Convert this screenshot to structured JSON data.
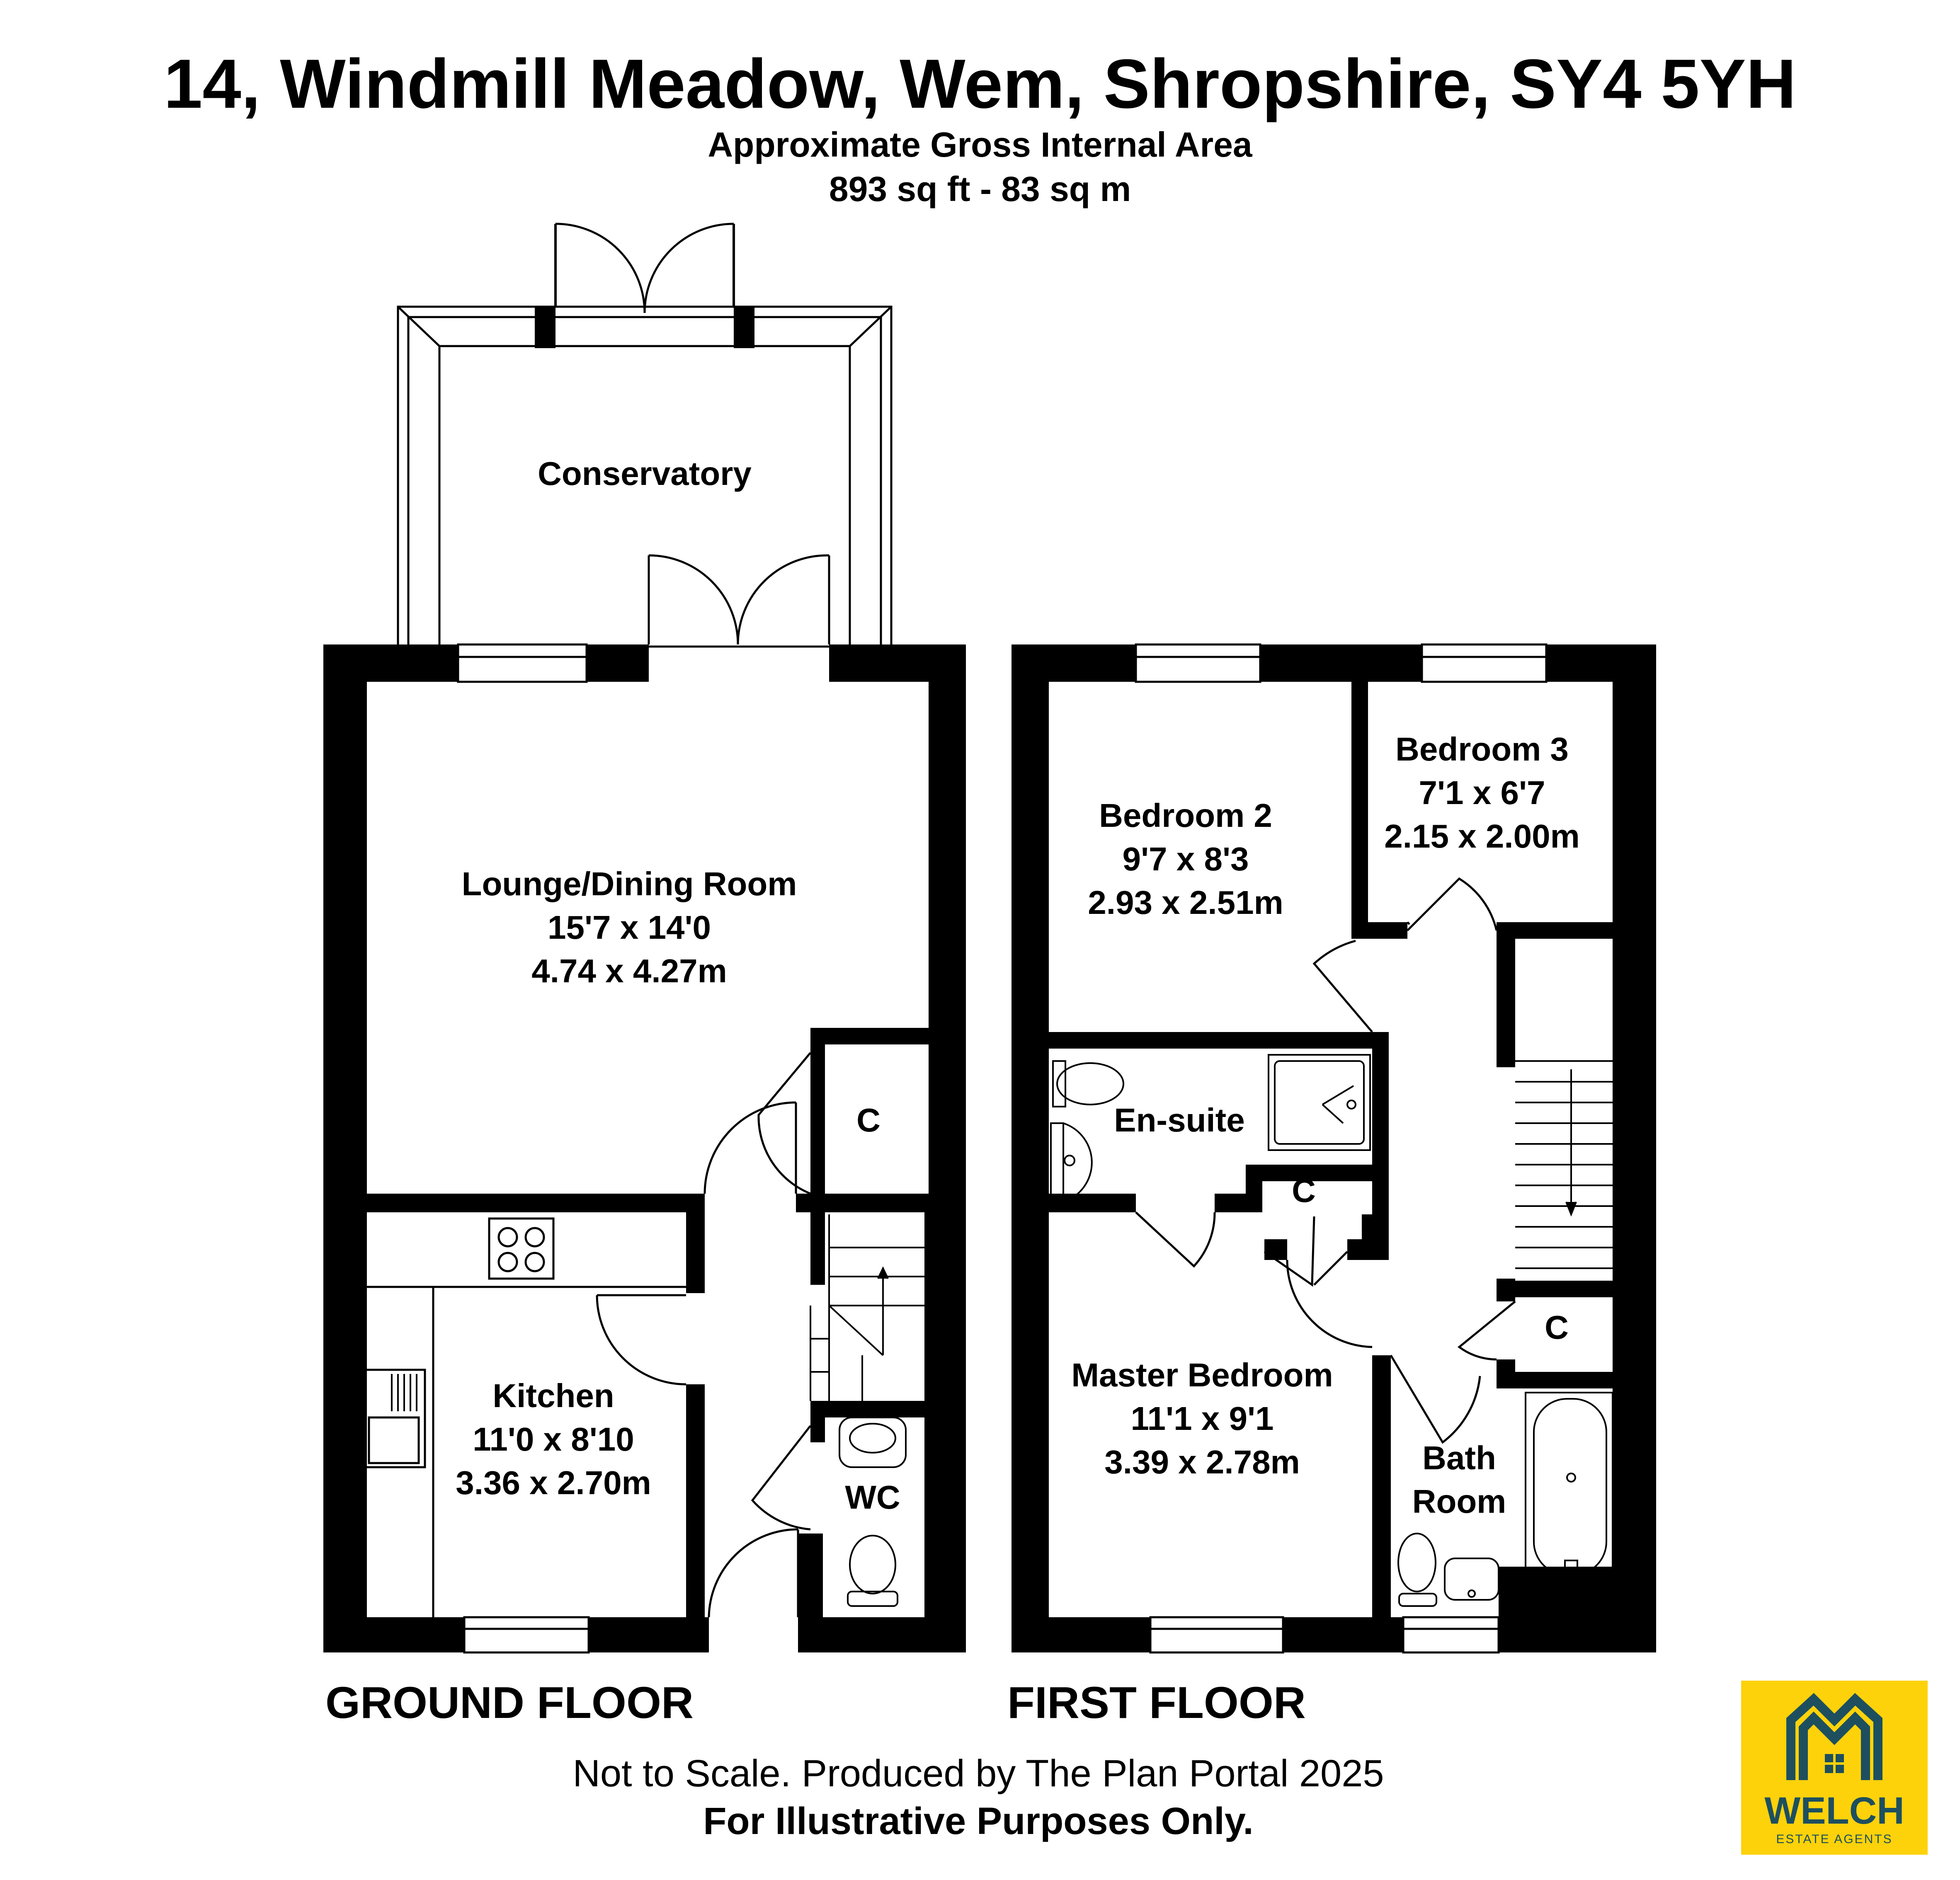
{
  "header": {
    "title": "14, Windmill Meadow, Wem, Shropshire, SY4 5YH",
    "area_label": "Approximate Gross Internal Area",
    "area_value": "893 sq ft - 83 sq m"
  },
  "ground_floor": {
    "label": "GROUND FLOOR",
    "conservatory": {
      "name": "Conservatory"
    },
    "lounge": {
      "name": "Lounge/Dining Room",
      "imperial": "15'7 x 14'0",
      "metric": "4.74 x 4.27m"
    },
    "kitchen": {
      "name": "Kitchen",
      "imperial": "11'0 x 8'10",
      "metric": "3.36 x 2.70m"
    },
    "cupboard": {
      "name": "C"
    },
    "wc": {
      "name": "WC"
    }
  },
  "first_floor": {
    "label": "FIRST FLOOR",
    "bedroom2": {
      "name": "Bedroom 2",
      "imperial": "9'7 x 8'3",
      "metric": "2.93 x 2.51m"
    },
    "bedroom3": {
      "name": "Bedroom 3",
      "imperial": "7'1 x 6'7",
      "metric": "2.15 x 2.00m"
    },
    "ensuite": {
      "name": "En-suite"
    },
    "master": {
      "name": "Master Bedroom",
      "imperial": "11'1 x 9'1",
      "metric": "3.39 x 2.78m"
    },
    "bathroom": {
      "line1": "Bath",
      "line2": "Room"
    },
    "cupboard_a": {
      "name": "C"
    },
    "cupboard_b": {
      "name": "C"
    }
  },
  "footer": {
    "note": "Not to Scale. Produced by The Plan Portal 2025",
    "disclaimer": "For Illustrative Purposes Only."
  },
  "logo": {
    "name": "WELCH",
    "tagline": "ESTATE AGENTS",
    "background": "#fdd20a",
    "mark_color": "#1d4f5f"
  }
}
